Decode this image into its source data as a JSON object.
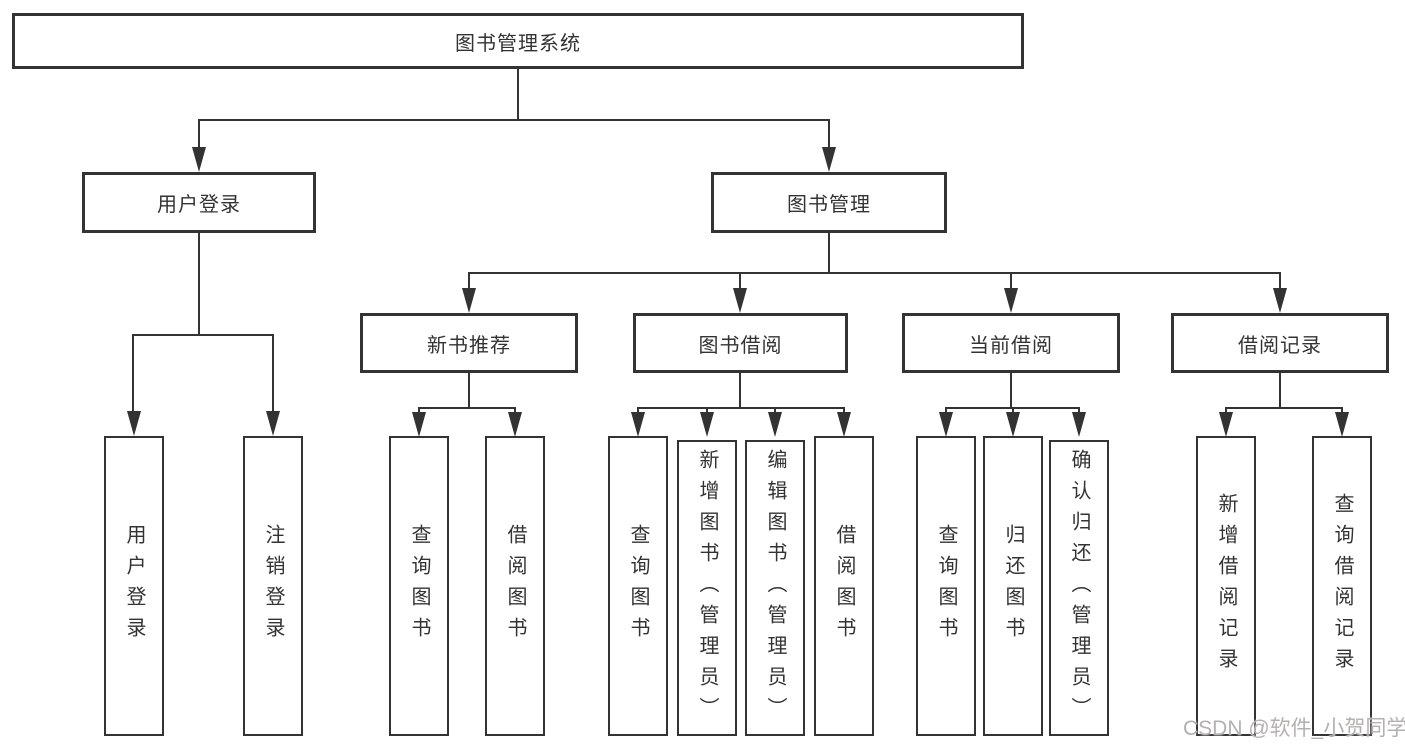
{
  "nodes": {
    "root": "图书管理系统",
    "user_login": "用户登录",
    "book_mgmt": "图书管理",
    "sections": [
      "新书推荐",
      "图书借阅",
      "当前借阅",
      "借阅记录"
    ],
    "leaves": {
      "user_login": [
        "用户登录",
        "注销登录"
      ],
      "new_books": [
        "查询图书",
        "借阅图书"
      ],
      "book_borrow": [
        "查询图书",
        "新增图书（管理员）",
        "编辑图书（管理员）",
        "借阅图书"
      ],
      "current_borrow": [
        "查询图书",
        "归还图书",
        "确认归还（管理员）"
      ],
      "borrow_records": [
        "新增借阅记录",
        "查询借阅记录"
      ]
    }
  },
  "watermark": {
    "text": "CSDN @软件_小贺同学"
  },
  "colors": {
    "line": "#333333",
    "text": "#333333",
    "watermark": "#b3b0b0",
    "background": "#ffffff"
  }
}
